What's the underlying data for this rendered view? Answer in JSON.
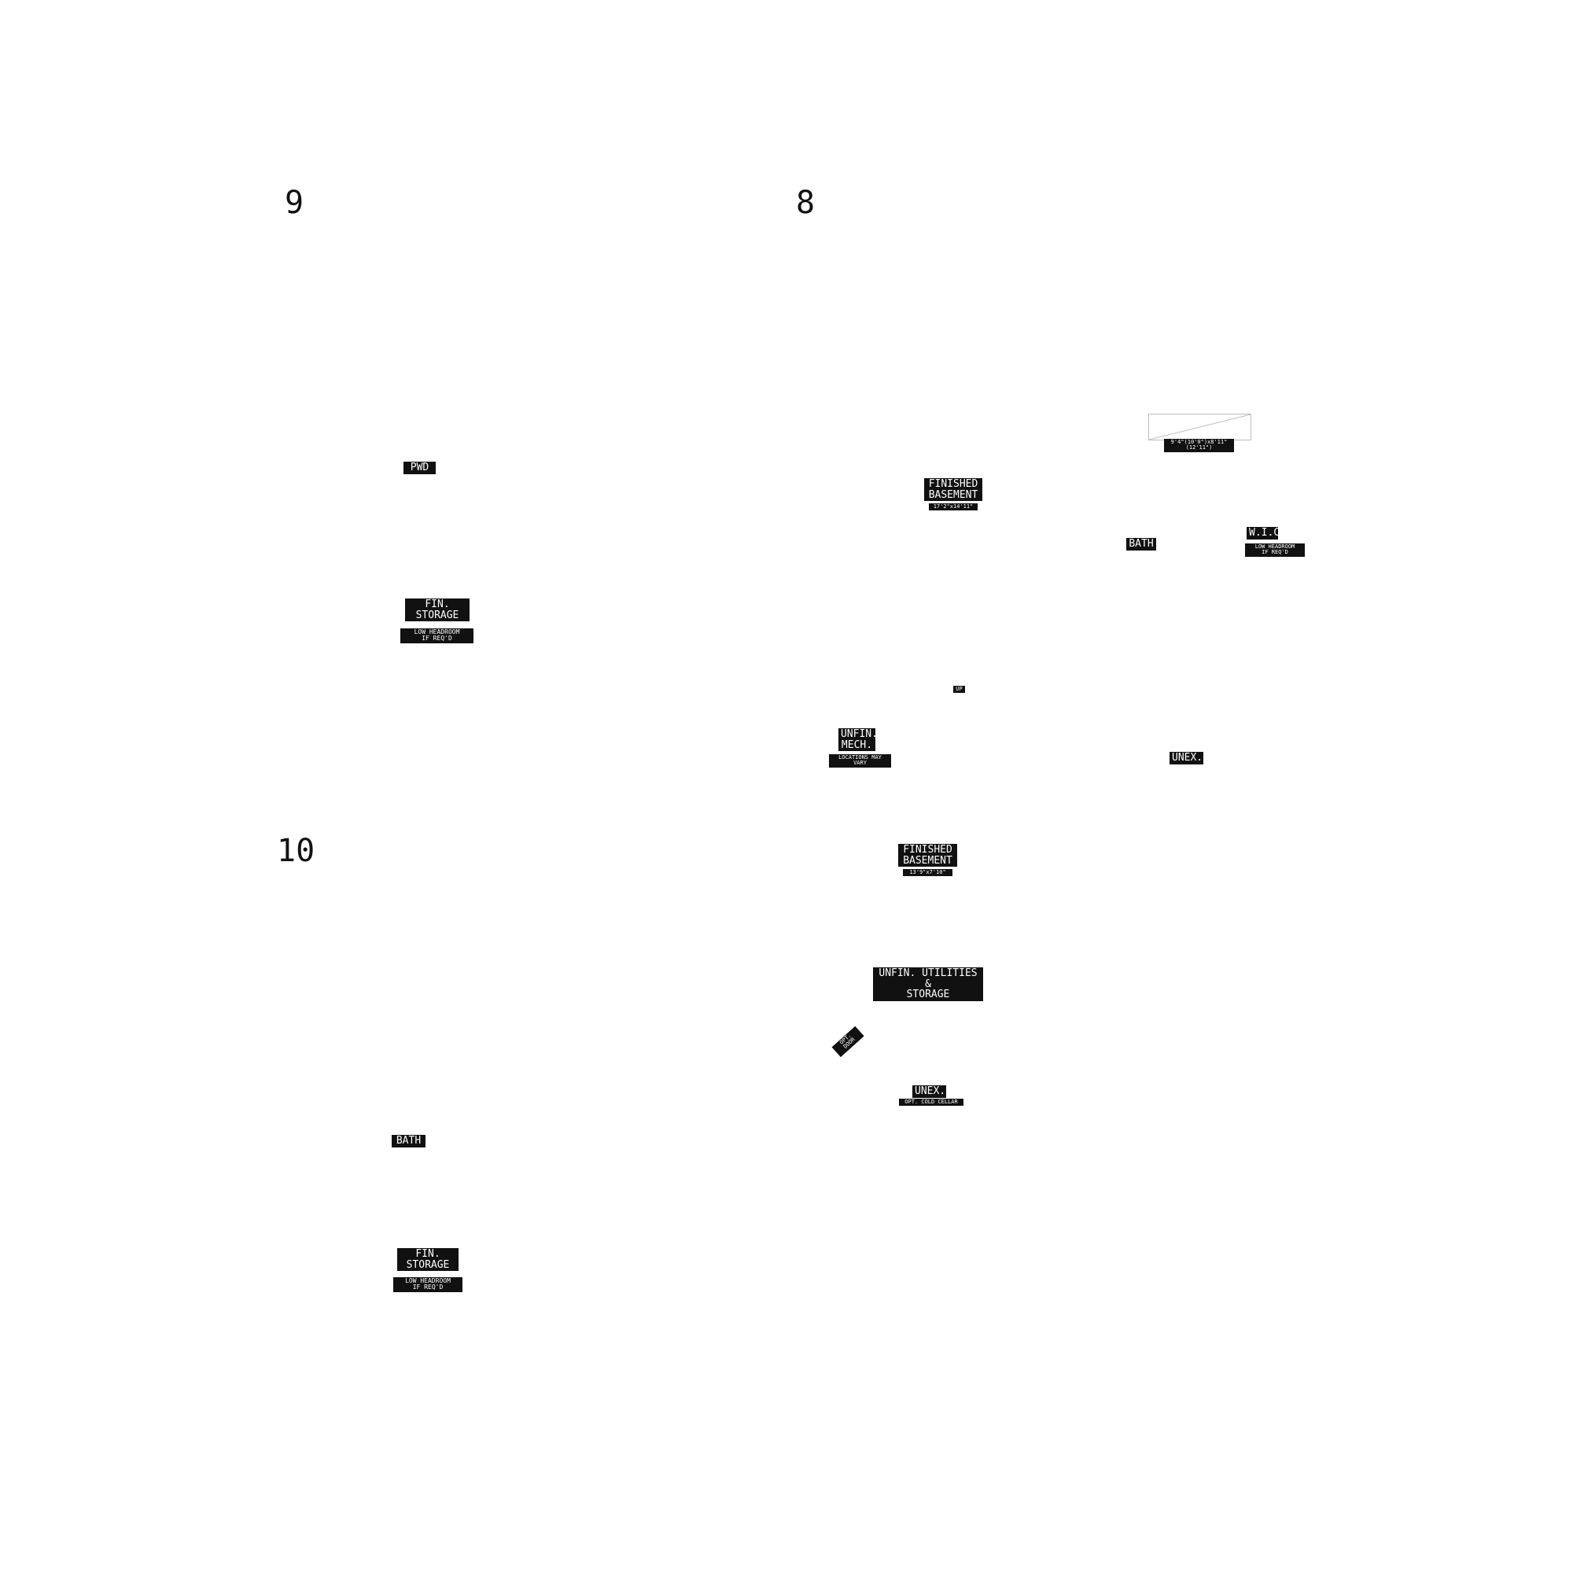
{
  "plans": {
    "plan_9": {
      "number": "9",
      "pwd": "PWD",
      "fin_storage": "FIN.\nSTORAGE",
      "fin_storage_note": "LOW HEADROOM\nIF REQ'D"
    },
    "plan_8": {
      "number": "8",
      "dim_box": "9'4\"(10'0\")x8'11\"(12'11\")",
      "finished_basement_1": "FINISHED\nBASEMENT",
      "finished_basement_1_dim": "17'2\"x14'11\"",
      "bath": "BATH",
      "wic": "W.I.C.",
      "wic_note": "LOW HEADROOM\nIF REQ'D",
      "up": "UP",
      "unfin_mech": "UNFIN.\nMECH.",
      "unfin_mech_note": "LOCATIONS MAY\nVARY",
      "unex": "UNEX.",
      "finished_basement_2": "FINISHED\nBASEMENT",
      "finished_basement_2_dim": "13'9\"x7'10\"",
      "unfin_utilities": "UNFIN. UTILITIES &\nSTORAGE",
      "opt_door": "OPT. DOOR",
      "unex_2": "UNEX.",
      "cold_cellar": "OPT. COLD CELLAR"
    },
    "plan_10": {
      "number": "10",
      "bath": "BATH",
      "fin_storage": "FIN.\nSTORAGE",
      "fin_storage_note": "LOW HEADROOM\nIF REQ'D"
    }
  }
}
